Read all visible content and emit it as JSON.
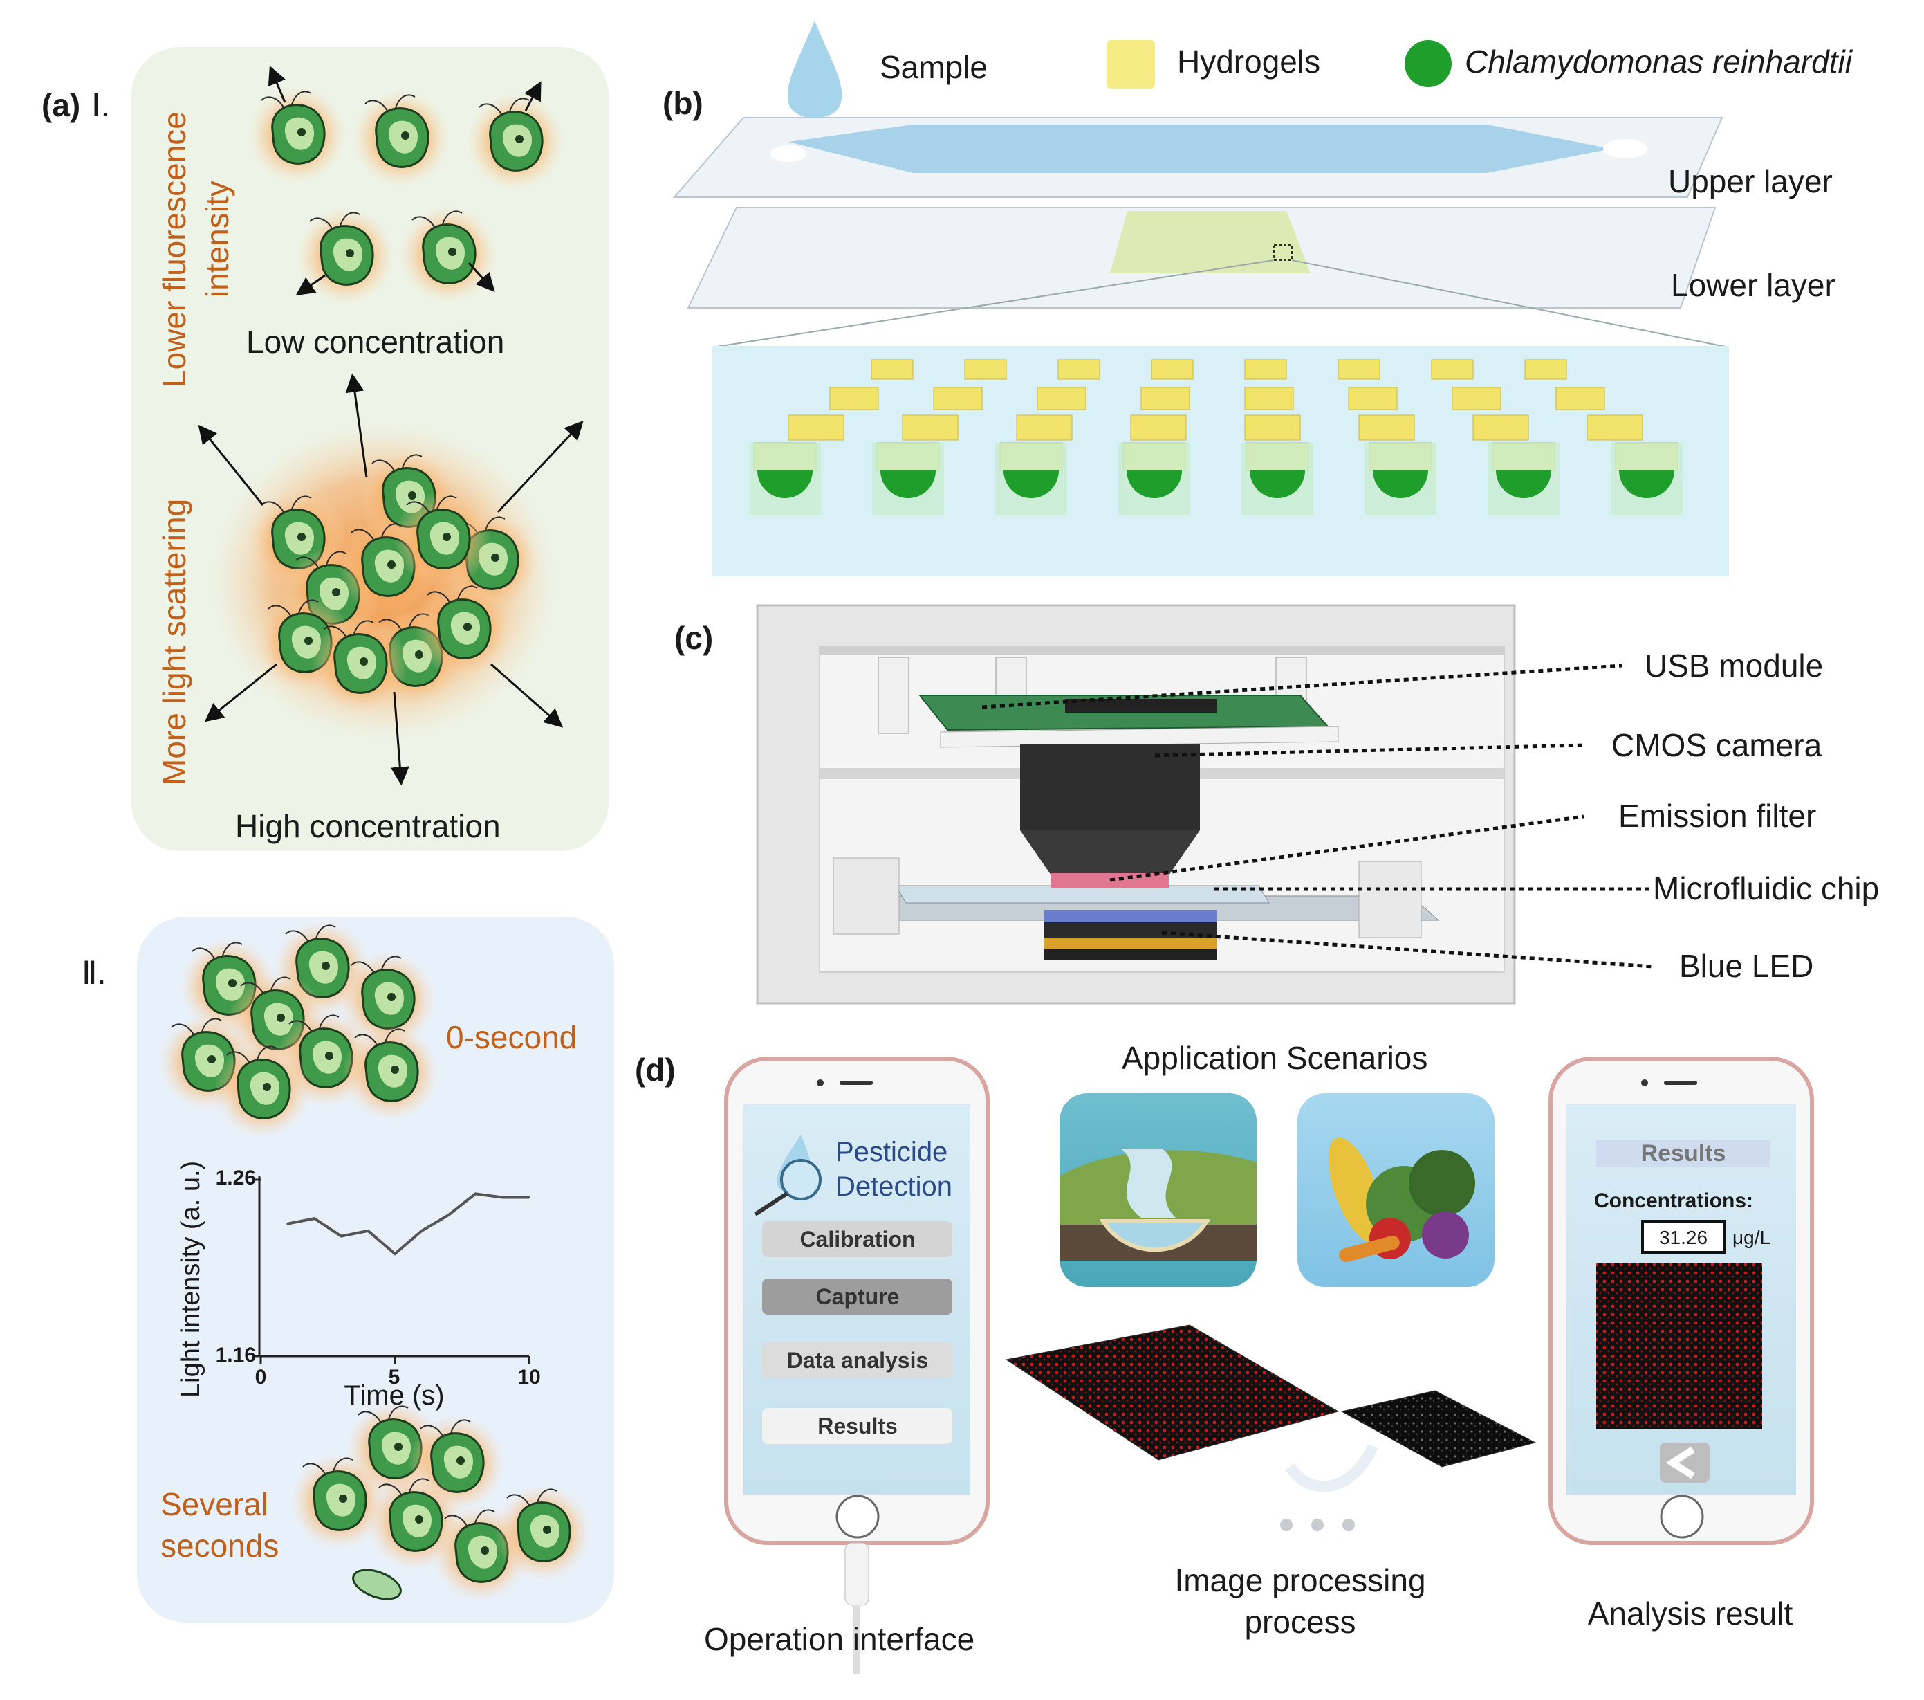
{
  "panel_labels": {
    "a": "(a)",
    "b": "(b)",
    "c": "(c)",
    "d": "(d)"
  },
  "panel_a": {
    "part_I": "Ⅰ.",
    "part_II": "Ⅱ.",
    "lower_fluorescence_1": "Lower fluorescence",
    "lower_fluorescence_2": "intensity",
    "low_concentration": "Low concentration",
    "more_scattering": "More light scattering",
    "high_concentration": "High concentration",
    "zero_second": "0-second",
    "several_1": "Several",
    "several_2": "seconds"
  },
  "panel_b": {
    "legend": {
      "sample": "Sample",
      "hydrogels": "Hydrogels",
      "algae": "Chlamydomonas reinhardtii"
    },
    "upper_layer": "Upper layer",
    "lower_layer": "Lower layer"
  },
  "panel_c": {
    "usb": "USB module",
    "cmos": "CMOS camera",
    "filter": "Emission filter",
    "chip": "Microfluidic chip",
    "led": "Blue LED"
  },
  "panel_d": {
    "app_title_1": "Pesticide",
    "app_title_2": "Detection",
    "buttons": [
      "Calibration",
      "Capture",
      "Data analysis",
      "Results"
    ],
    "operation_interface": "Operation interface",
    "application_scenarios": "Application Scenarios",
    "image_processing_1": "Image processing",
    "image_processing_2": "process",
    "results_header": "Results",
    "concentrations_label": "Concentrations:",
    "concentration_value": "31.26",
    "concentration_unit": "μg/L",
    "analysis_result": "Analysis result"
  },
  "colors": {
    "orange_text": "#c2601a",
    "algae_green": "#2e8b3a",
    "hydrogel_yellow": "#f2e46a",
    "sample_blue": "#8cc8e6",
    "chart_line": "#555555"
  },
  "chart_data": {
    "type": "line",
    "x": [
      1,
      2,
      3,
      4,
      5,
      6,
      7,
      8,
      9,
      10
    ],
    "y": [
      1.235,
      1.238,
      1.228,
      1.231,
      1.218,
      1.231,
      1.24,
      1.252,
      1.25,
      1.25
    ],
    "xlabel": "Time (s)",
    "ylabel": "Light intensity (a. u.)",
    "xlim": [
      0,
      10
    ],
    "ylim": [
      1.16,
      1.26
    ],
    "xticks": [
      "0",
      "5",
      "10"
    ],
    "yticks": [
      "1.16",
      "1.26"
    ]
  }
}
